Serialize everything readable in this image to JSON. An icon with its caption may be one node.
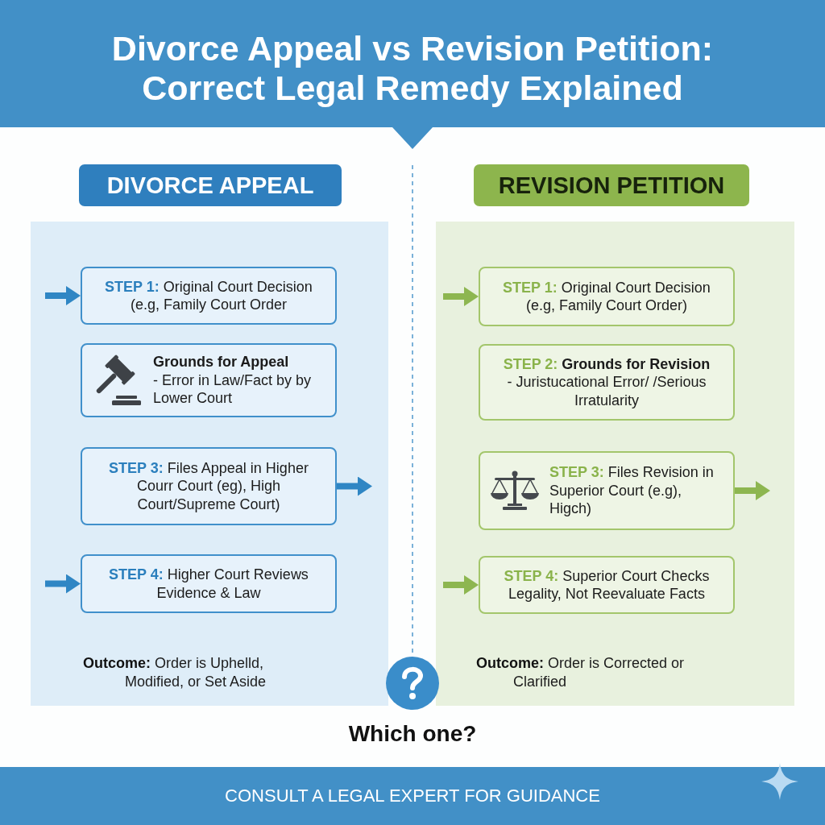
{
  "diagram": {
    "title": "Divorce Appeal vs Revision Petition: Correct Legal Remedy Explained",
    "nodes": [
      {
        "text": [
          "DIVORCE APPEAL"
        ]
      },
      {
        "text": [
          "**Outcome:** Order is Uphelld, Modified, or Set Aside"
        ]
      },
      {
        "text": [
          "**STEP 1:** Original Court Decision (e.g, Family Court Order"
        ],
        "in": 1
      },
      {
        "text": [
          "Grounds for Appeal",
          "- Error in Law/Fact by by Lower Court"
        ],
        "in": 1
      },
      {
        "text": [
          "**STEP 3:** Files Appeal in Higher Courr Court (eg), High Court/Supreme Court)"
        ],
        "in": 1
      },
      {
        "text": [
          "**STEP 4:** Higher Court Reviews Evidence & Law"
        ],
        "in": 1
      },
      {
        "text": [
          "REVISION PETITION"
        ]
      },
      {
        "text": [
          "**Outcome:** Order is Corrected or Clarified"
        ]
      },
      {
        "text": [
          "**STEP 1:** Original Court Decision (e.g, Family Court Order)"
        ],
        "in": 7
      },
      {
        "text": [
          "**STEP 2:** Grounds for Revision",
          "- Juristucational Error/ /Serious Irratularity"
        ],
        "in": 7
      },
      {
        "text": [
          "**STEP 3:** Files Revision in Superior Court (e.g), Higch)"
        ],
        "in": 7
      },
      {
        "text": [
          "**STEP 4:** Superior Court Checks Legality, Not Reevaluate Facts"
        ],
        "in": 7
      },
      {
        "text": [
          "CONSULT A LEGAL EXPERT FOR GUIDANCE"
        ]
      }
    ],
    "edges": [
      {
        "from": null,
        "to": 2,
        "arrow": "to",
        "color": "#2f86c4"
      },
      {
        "from": 4,
        "to": null,
        "arrow": "to",
        "color": "#2f86c4"
      },
      {
        "from": null,
        "to": 5,
        "arrow": "to",
        "color": "#2f86c4"
      },
      {
        "from": null,
        "to": 8,
        "arrow": "to",
        "color": "#8db650"
      },
      {
        "from": 10,
        "to": null,
        "arrow": "to",
        "color": "#8db650"
      },
      {
        "from": null,
        "to": 11,
        "arrow": "to",
        "color": "#8db650"
      }
    ],
    "labels": [
      "Which one?"
    ]
  }
}
